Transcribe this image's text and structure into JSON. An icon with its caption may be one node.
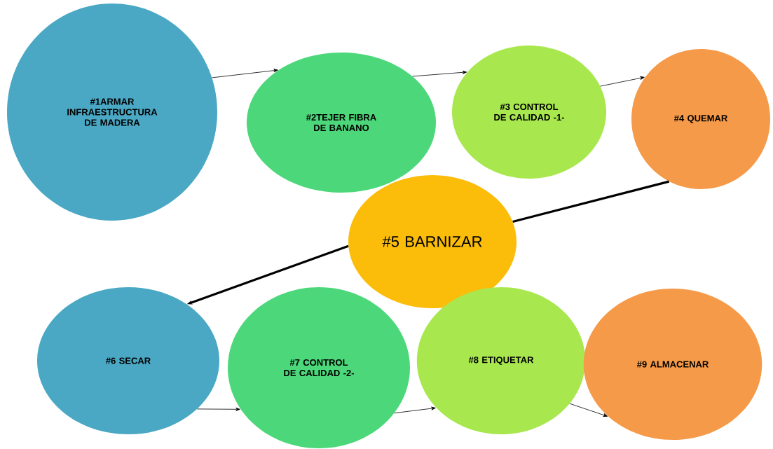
{
  "diagram": {
    "nodes": [
      {
        "text": [
          "#1ARMAR INFRAESTRUCTURA DE MADERA"
        ]
      },
      {
        "text": [
          "#2TEJER FIBRA DE BANANO"
        ]
      },
      {
        "text": [
          "#3 CONTROL DE CALIDAD -1-"
        ]
      },
      {
        "text": [
          "#4 QUEMAR"
        ]
      },
      {
        "text": [
          "#5 BARNIZAR"
        ]
      },
      {
        "text": [
          "#6 SECAR"
        ]
      },
      {
        "text": [
          "#7 CONTROL DE CALIDAD -2-"
        ]
      },
      {
        "text": [
          "#8 ETIQUETAR"
        ]
      },
      {
        "text": [
          "#9 ALMACENAR"
        ]
      }
    ],
    "edges": [
      {
        "from": 0,
        "to": 1,
        "arrow": "to"
      },
      {
        "from": 1,
        "to": 2,
        "arrow": "to"
      },
      {
        "from": 2,
        "to": 3,
        "arrow": "to"
      },
      {
        "from": 3,
        "to": 4,
        "arrow": "none",
        "style": "thick"
      },
      {
        "from": 4,
        "to": 5,
        "arrow": "to",
        "style": "thick"
      },
      {
        "from": 5,
        "to": 6,
        "arrow": "to"
      },
      {
        "from": 6,
        "to": 7,
        "arrow": "to"
      },
      {
        "from": 7,
        "to": 8,
        "arrow": "to"
      }
    ]
  }
}
